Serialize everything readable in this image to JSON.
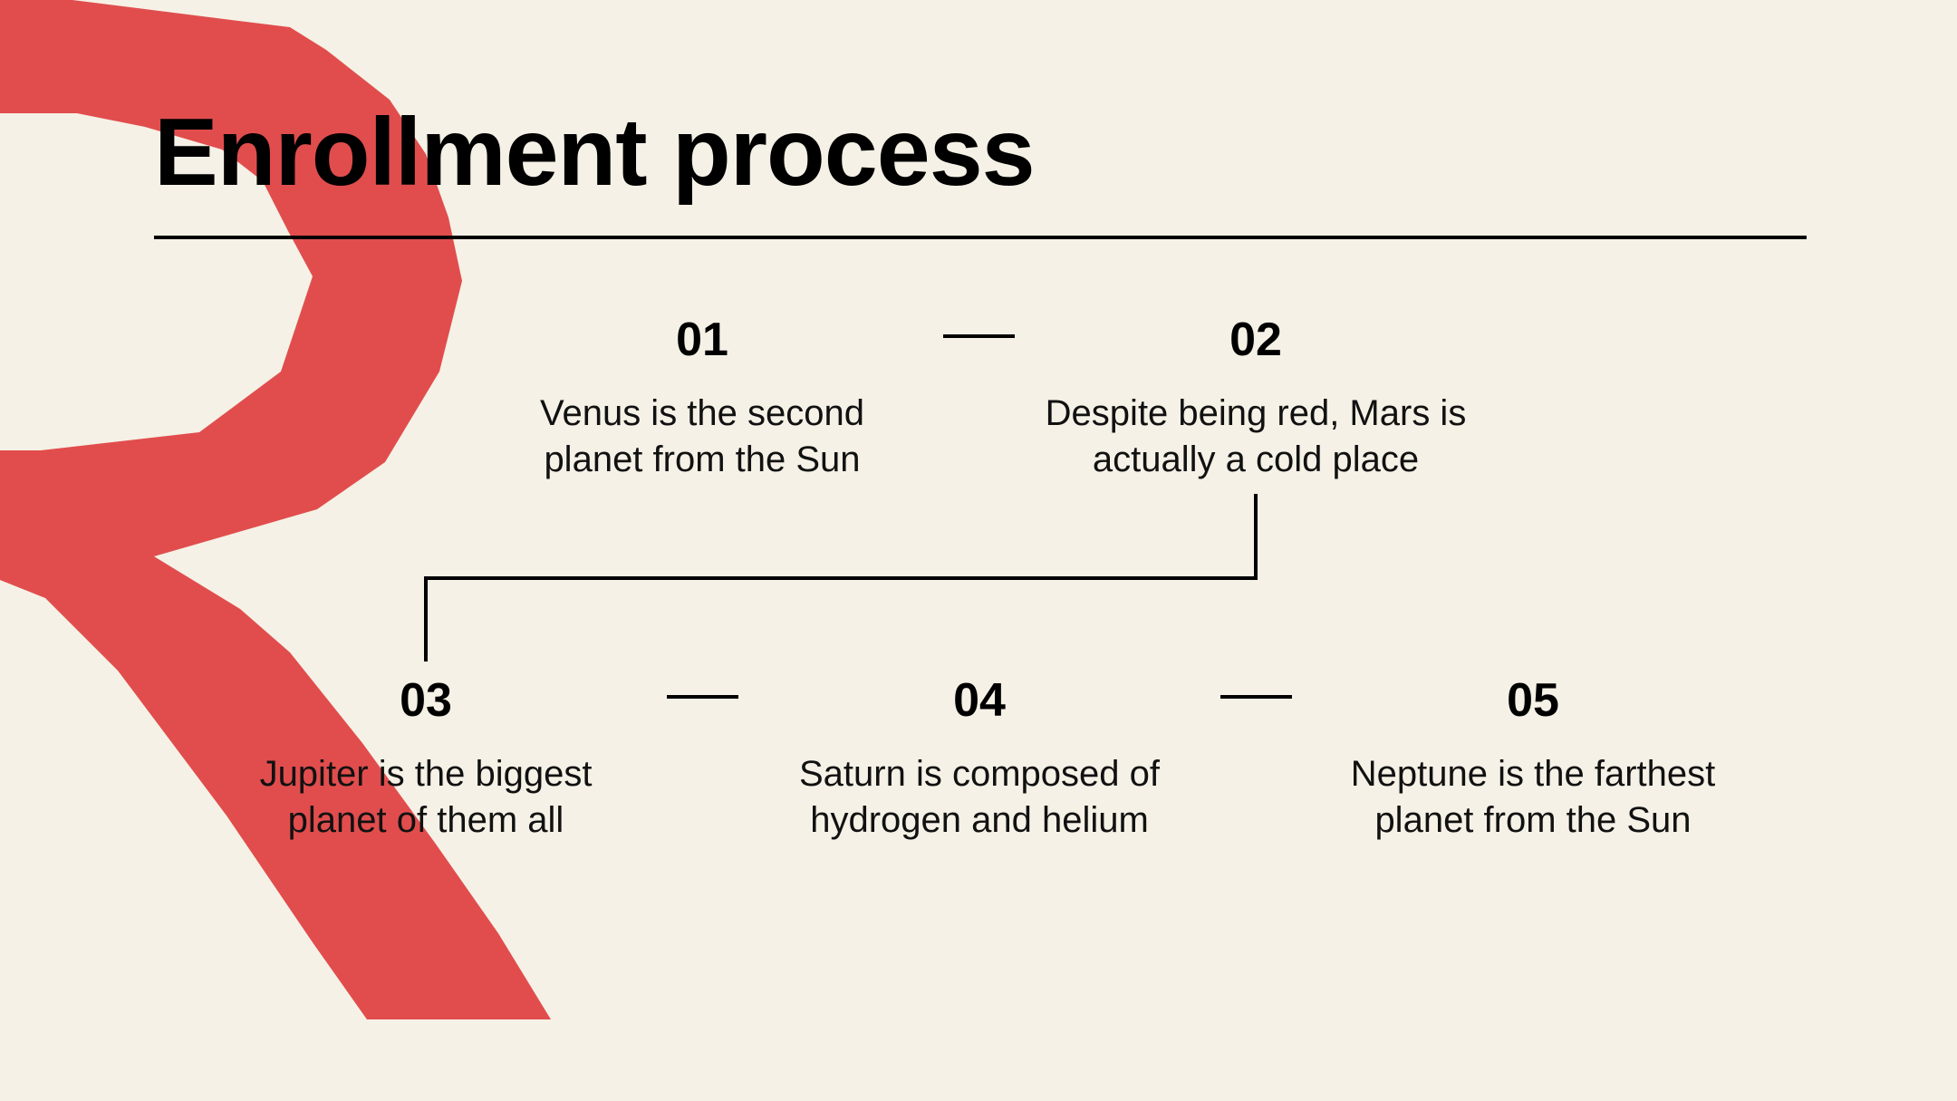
{
  "title": "Enrollment process",
  "colors": {
    "background": "#f5f1e6",
    "accent": "#e14d4d",
    "text": "#000000"
  },
  "steps": [
    {
      "number": "01",
      "text": "Venus is the second\nplanet from the Sun"
    },
    {
      "number": "02",
      "text": "Despite being red, Mars is\nactually a cold place"
    },
    {
      "number": "03",
      "text": "Jupiter is the biggest\nplanet of them all"
    },
    {
      "number": "04",
      "text": "Saturn is composed of\nhydrogen and helium"
    },
    {
      "number": "05",
      "text": "Neptune is the farthest\nplanet from the Sun"
    }
  ]
}
